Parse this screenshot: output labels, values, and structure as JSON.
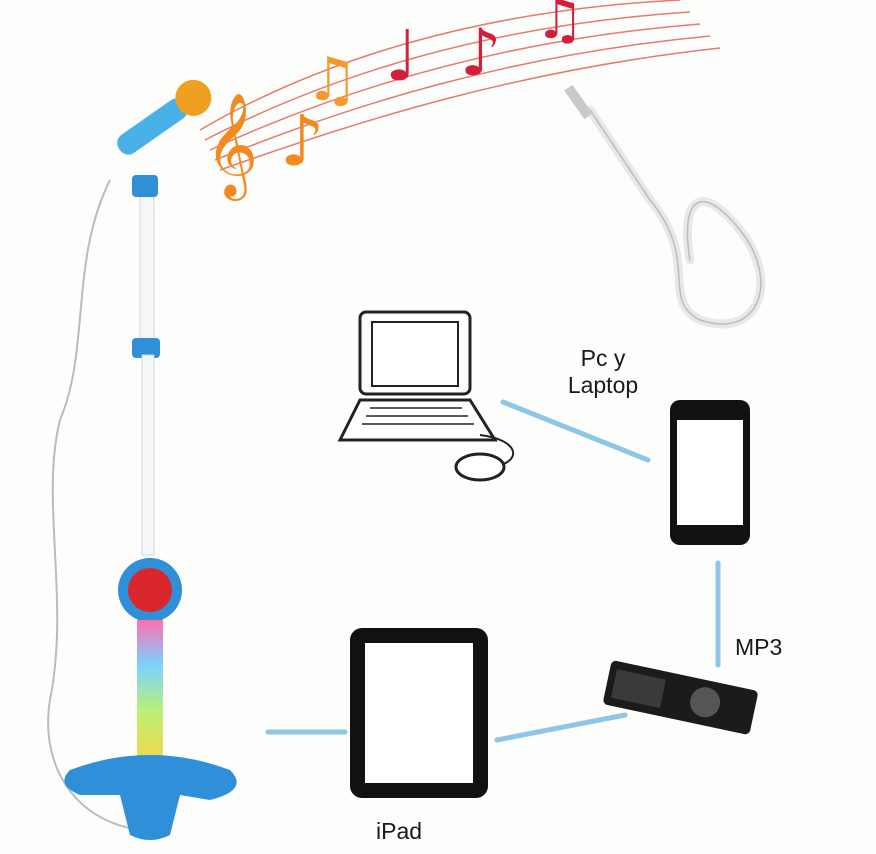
{
  "labels": {
    "pc_laptop_line1": "Pc y",
    "pc_laptop_line2": "Laptop",
    "mp3": "MP3",
    "ipad": "iPad"
  },
  "colors": {
    "stand_blue": "#2f8fd8",
    "connector_line": "#8ec6e6",
    "note_red": "#d41f3c",
    "note_orange": "#f28a1e"
  }
}
